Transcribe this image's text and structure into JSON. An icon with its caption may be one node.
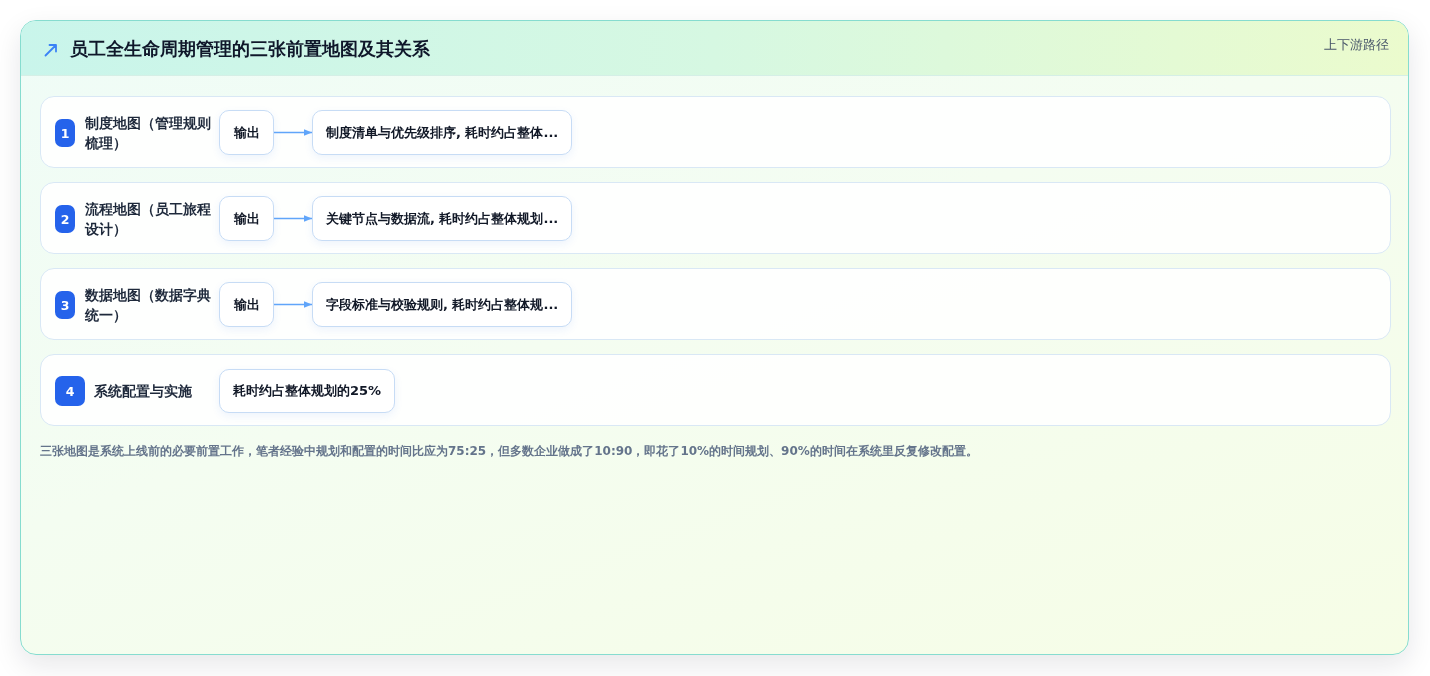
{
  "diagram": {
    "title": "员工全生命周期管理的三张前置地图及其关系",
    "nodes": [
      {
        "text": [
          "制度地图（管理规则梳理）"
        ]
      },
      {
        "text": [
          "1"
        ],
        "in": 0
      },
      {
        "text": [
          "输出"
        ],
        "in": 0
      },
      {
        "text": [
          "制度清单与优先级排序, 耗时约占整体..."
        ],
        "in": 0
      },
      {
        "text": [
          "流程地图（员工旅程设计）"
        ]
      },
      {
        "text": [
          "2"
        ],
        "in": 4
      },
      {
        "text": [
          "输出"
        ],
        "in": 4
      },
      {
        "text": [
          "关键节点与数据流, 耗时约占整体规划..."
        ],
        "in": 4
      },
      {
        "text": [
          "数据地图（数据字典统一）"
        ]
      },
      {
        "text": [
          "3"
        ],
        "in": 8
      },
      {
        "text": [
          "输出"
        ],
        "in": 8
      },
      {
        "text": [
          "字段标准与校验规则, 耗时约占整体规..."
        ],
        "in": 8
      },
      {
        "text": [
          "系统配置与实施"
        ]
      },
      {
        "text": [
          "4"
        ],
        "in": 12
      },
      {
        "text": [
          "耗时约占整体规划的25%"
        ],
        "in": 12
      }
    ],
    "edges": [
      {
        "from": 2,
        "to": 3,
        "arrow": "to"
      },
      {
        "from": 6,
        "to": 7,
        "arrow": "to"
      },
      {
        "from": 10,
        "to": 11,
        "arrow": "to"
      }
    ],
    "labels": [
      "上下游路径",
      "三张地图是系统上线前的必要前置工作，笔者经验中规划和配置的时间比应为75:25，但多数企业做成了10:90，即花了10%的时间规划、90%的时间在系统里反复修改配置。"
    ]
  }
}
